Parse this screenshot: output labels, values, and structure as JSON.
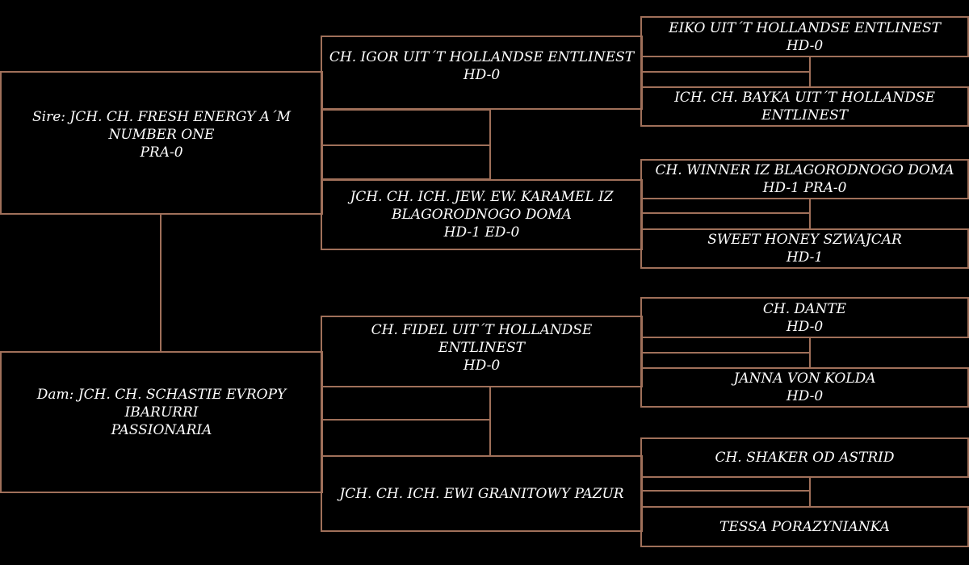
{
  "pedigree": {
    "sire": "Sire: JCH. CH. FRESH ENERGY A´M\nNUMBER ONE\nPRA-0",
    "dam": "Dam: JCH. CH. SCHASTIE EVROPY IBARURRI\nPASSIONARIA",
    "sire_sire": "CH. IGOR UIT´T HOLLANDSE ENTLINEST\nHD-0",
    "sire_dam": "JCH. CH. ICH. JEW. EW. KARAMEL IZ\nBLAGORODNOGO DOMA\nHD-1 ED-0",
    "dam_sire": "CH. FIDEL UIT´T HOLLANDSE ENTLINEST\nHD-0",
    "dam_dam": "JCH. CH. ICH. EWI GRANITOWY PAZUR",
    "ss_sire": "EIKO UIT´T HOLLANDSE ENTLINEST\nHD-0",
    "ss_dam": "ICH. CH. BAYKA UIT´T HOLLANDSE\nENTLINEST",
    "sd_sire": "CH. WINNER IZ BLAGORODNOGO DOMA\nHD-1 PRA-0",
    "sd_dam": "SWEET HONEY SZWAJCAR\nHD-1",
    "ds_sire": "CH. DANTE\nHD-0",
    "ds_dam": "JANNA VON KOLDA\nHD-0",
    "dd_sire": "CH. SHAKER OD ASTRID",
    "dd_dam": "TESSA PORAZYNIANKA"
  }
}
